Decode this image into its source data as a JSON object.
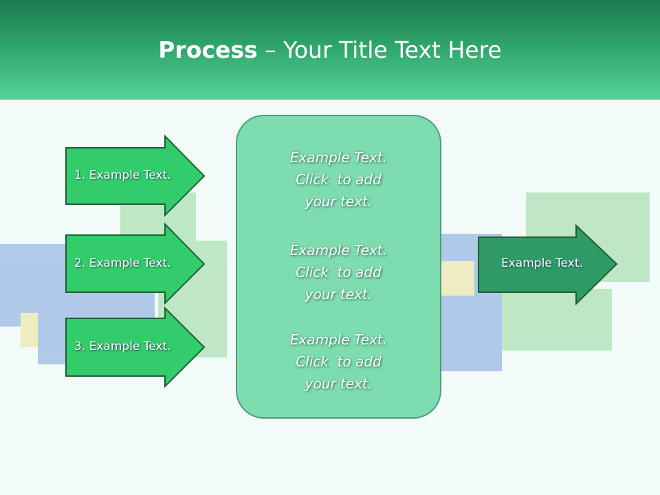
{
  "title": {
    "bold": "Process",
    "rest": " – Your Title Text Here"
  },
  "arrows": [
    {
      "label": "1. Example Text."
    },
    {
      "label": "2. Example Text."
    },
    {
      "label": "3. Example Text."
    }
  ],
  "box": {
    "items": [
      {
        "l1": "Example Text.",
        "l2": "Click  to add",
        "l3": "your text."
      },
      {
        "l1": "Example Text.",
        "l2": "Click  to add",
        "l3": "your text."
      },
      {
        "l1": "Example Text.",
        "l2": "Click  to add",
        "l3": "your text."
      }
    ]
  },
  "output": {
    "label": "Example Text."
  },
  "colors": {
    "arrow": "#33cc6a",
    "output": "#2e9a66",
    "box": "#7ddcb0"
  }
}
